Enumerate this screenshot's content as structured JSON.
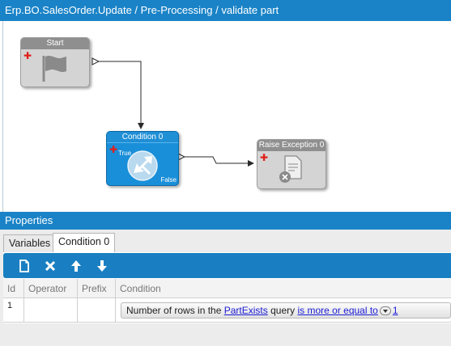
{
  "window": {
    "title": "Erp.BO.SalesOrder.Update / Pre-Processing / validate part"
  },
  "nodes": {
    "start": {
      "title": "Start",
      "icon": "flag-icon"
    },
    "condition": {
      "title": "Condition 0",
      "true_label": "True",
      "false_label": "False",
      "icon": "condition-split-icon"
    },
    "raise_exception": {
      "title": "Raise Exception 0",
      "icon": "document-error-icon"
    }
  },
  "properties": {
    "header": "Properties",
    "tabs": [
      "Variables",
      "Condition 0"
    ],
    "active_tab": "Condition 0",
    "toolbar_icons": [
      "new-icon",
      "delete-icon",
      "move-up-icon",
      "move-down-icon"
    ]
  },
  "table": {
    "columns": [
      "Id",
      "Operator",
      "Prefix",
      "Condition"
    ],
    "rows": [
      {
        "id": "1",
        "operator": "",
        "prefix": "",
        "condition": {
          "text1": "Number of rows in the",
          "query_link": "PartExists",
          "text2": "query",
          "comparison_link": "is more or equal to",
          "value_link": "1"
        }
      }
    ]
  },
  "colors": {
    "accent": "#1a83c7",
    "condition_node": "#1a8fd9",
    "inactive_node": "#d4d4d4",
    "add_marker": "#e0201b",
    "link": "#1b1bd6"
  }
}
